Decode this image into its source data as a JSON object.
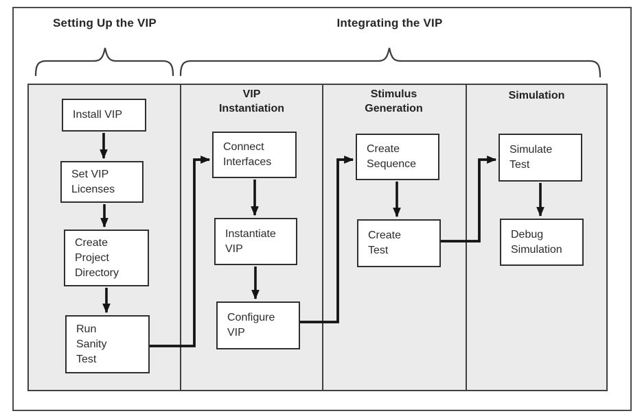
{
  "sections": [
    {
      "label": "Setting Up the VIP"
    },
    {
      "label": "Integrating the VIP"
    }
  ],
  "columns": [
    {
      "header": "",
      "boxes": [
        {
          "label": "Install VIP"
        },
        {
          "label": "Set VIP\nLicenses"
        },
        {
          "label": "Create\nProject\nDirectory"
        },
        {
          "label": "Run\nSanity\nTest"
        }
      ]
    },
    {
      "header": "VIP\nInstantiation",
      "boxes": [
        {
          "label": "Connect\nInterfaces"
        },
        {
          "label": "Instantiate\nVIP"
        },
        {
          "label": "Configure\nVIP"
        }
      ]
    },
    {
      "header": "Stimulus\nGeneration",
      "boxes": [
        {
          "label": "Create\nSequence"
        },
        {
          "label": "Create\nTest"
        }
      ]
    },
    {
      "header": "Simulation",
      "boxes": [
        {
          "label": "Simulate\nTest"
        },
        {
          "label": "Debug\nSimulation"
        }
      ]
    }
  ],
  "colors": {
    "panel_background": "#ebebeb",
    "box_background": "#ffffff",
    "box_border": "#2f2f2f",
    "connector": "#141414",
    "frame_border": "#4a4a4a",
    "text": "#2b2b2b"
  }
}
